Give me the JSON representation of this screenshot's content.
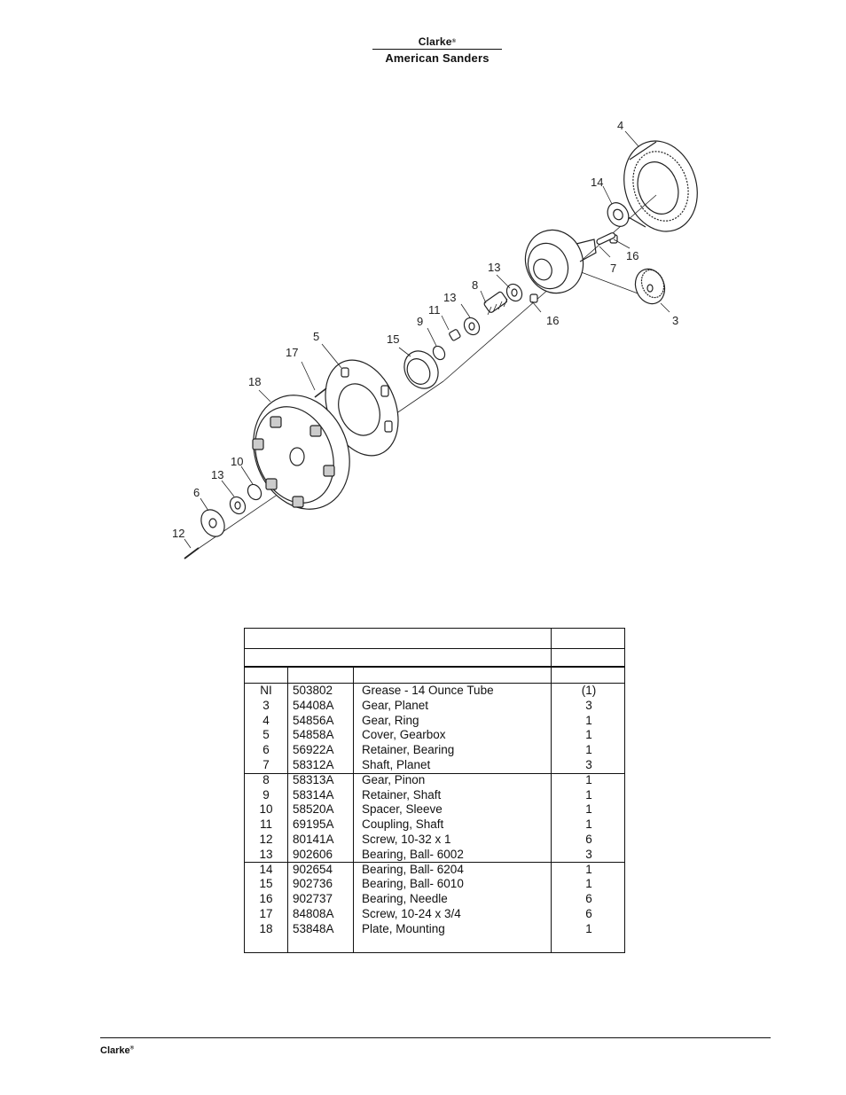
{
  "header": {
    "brand_line1": "Clarke",
    "brand_line1_mark": "®",
    "brand_line2": "American Sanders"
  },
  "diagram": {
    "callouts": [
      "4",
      "14",
      "16",
      "7",
      "3",
      "16",
      "13",
      "8",
      "13",
      "11",
      "9",
      "15",
      "5",
      "17",
      "18",
      "10",
      "13",
      "6",
      "12"
    ]
  },
  "parts_table": {
    "rows": [
      {
        "item": "NI",
        "part": "503802",
        "desc": "Grease - 14 Ounce Tube",
        "qty": "(1)"
      },
      {
        "item": "3",
        "part": "54408A",
        "desc": "Gear, Planet",
        "qty": "3"
      },
      {
        "item": "4",
        "part": "54856A",
        "desc": "Gear, Ring",
        "qty": "1"
      },
      {
        "item": "5",
        "part": "54858A",
        "desc": "Cover, Gearbox",
        "qty": "1"
      },
      {
        "item": "6",
        "part": "56922A",
        "desc": "Retainer,  Bearing",
        "qty": "1"
      },
      {
        "item": "7",
        "part": "58312A",
        "desc": "Shaft, Planet",
        "qty": "3"
      },
      {
        "item": "8",
        "part": "58313A",
        "desc": "Gear, Pinon",
        "qty": "1"
      },
      {
        "item": "9",
        "part": "58314A",
        "desc": "Retainer, Shaft",
        "qty": "1"
      },
      {
        "item": "10",
        "part": "58520A",
        "desc": "Spacer, Sleeve",
        "qty": "1"
      },
      {
        "item": "11",
        "part": "69195A",
        "desc": "Coupling,  Shaft",
        "qty": "1"
      },
      {
        "item": "12",
        "part": "80141A",
        "desc": "Screw, 10-32 x 1",
        "qty": "6"
      },
      {
        "item": "13",
        "part": "902606",
        "desc": "Bearing, Ball- 6002",
        "qty": "3"
      },
      {
        "item": "14",
        "part": "902654",
        "desc": "Bearing, Ball- 6204",
        "qty": "1"
      },
      {
        "item": "15",
        "part": "902736",
        "desc": "Bearing, Ball- 6010",
        "qty": "1"
      },
      {
        "item": "16",
        "part": "902737",
        "desc": "Bearing,  Needle",
        "qty": "6"
      },
      {
        "item": "17",
        "part": "84808A",
        "desc": "Screw, 10-24 x 3/4",
        "qty": "6"
      },
      {
        "item": "18",
        "part": "53848A",
        "desc": "Plate, Mounting",
        "qty": "1"
      }
    ]
  },
  "footer": {
    "brand": "Clarke",
    "mark": "®"
  }
}
